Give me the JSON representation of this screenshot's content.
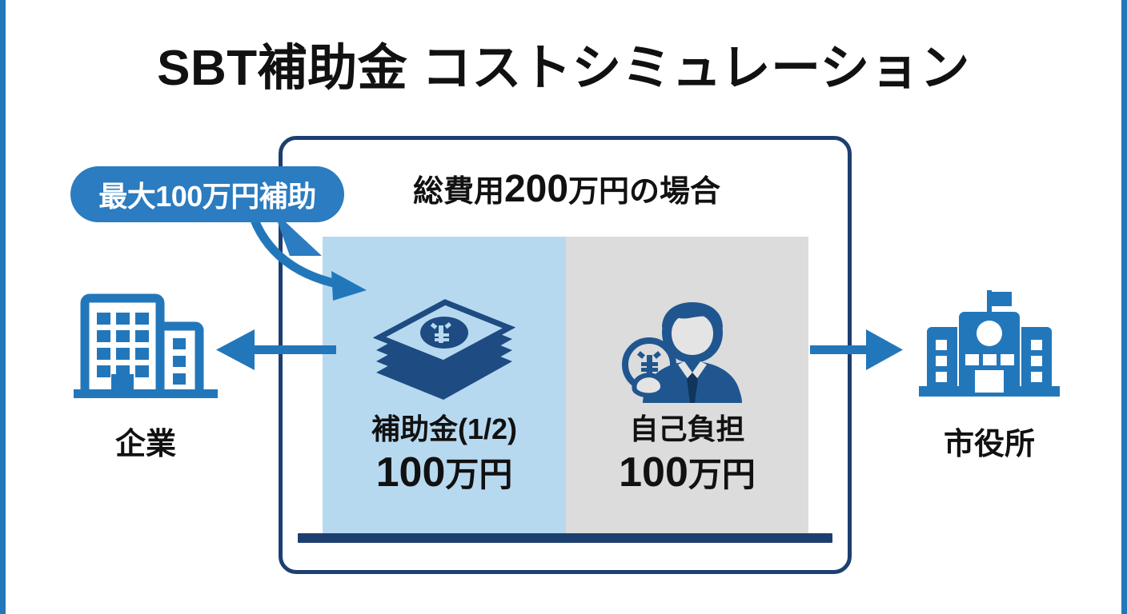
{
  "page": {
    "title": "SBT補助金 コストシミュレーション",
    "accent_blue": "#2277bb",
    "navy": "#1d3f70",
    "bubble_blue": "#2b7cc0",
    "subsidy_panel_color": "#b7d9f0",
    "selfpay_panel_color": "#dcdcdc"
  },
  "callout": {
    "text": "最大100万円補助",
    "icon": "speech-bubble-tail-icon",
    "curve_icon": "curved-arrow-icon"
  },
  "frame": {
    "heading_prefix": "総費用",
    "heading_amount": "200",
    "heading_suffix": "万円の場合"
  },
  "chart_data": {
    "type": "bar",
    "orientation": "horizontal-stacked",
    "title": "総費用200万円の場合",
    "total": 200,
    "unit": "万円",
    "categories": [
      "補助金(1/2)",
      "自己負担"
    ],
    "values": [
      100,
      100
    ],
    "series": [
      {
        "name": "補助金(1/2)",
        "value": 100,
        "unit": "万円",
        "color": "#b7d9f0",
        "icon": "money-stack-yen-icon",
        "share_pct": 50
      },
      {
        "name": "自己負担",
        "value": 100,
        "unit": "万円",
        "color": "#dcdcdc",
        "icon": "businessman-yen-coin-icon",
        "share_pct": 50
      }
    ],
    "legend": "none",
    "grid": false
  },
  "segments": [
    {
      "caption": "補助金(1/2)",
      "amount_number": "100",
      "amount_unit": "万円",
      "icon": "money-stack-yen-icon"
    },
    {
      "caption": "自己負担",
      "amount_number": "100",
      "amount_unit": "万円",
      "icon": "businessman-yen-coin-icon"
    }
  ],
  "entities": {
    "left": {
      "label": "企業",
      "icon": "office-building-icon"
    },
    "right": {
      "label": "市役所",
      "icon": "city-hall-icon"
    }
  },
  "arrows": {
    "left": {
      "icon": "arrow-left-icon",
      "direction": "left"
    },
    "right": {
      "icon": "arrow-right-icon",
      "direction": "right"
    }
  }
}
